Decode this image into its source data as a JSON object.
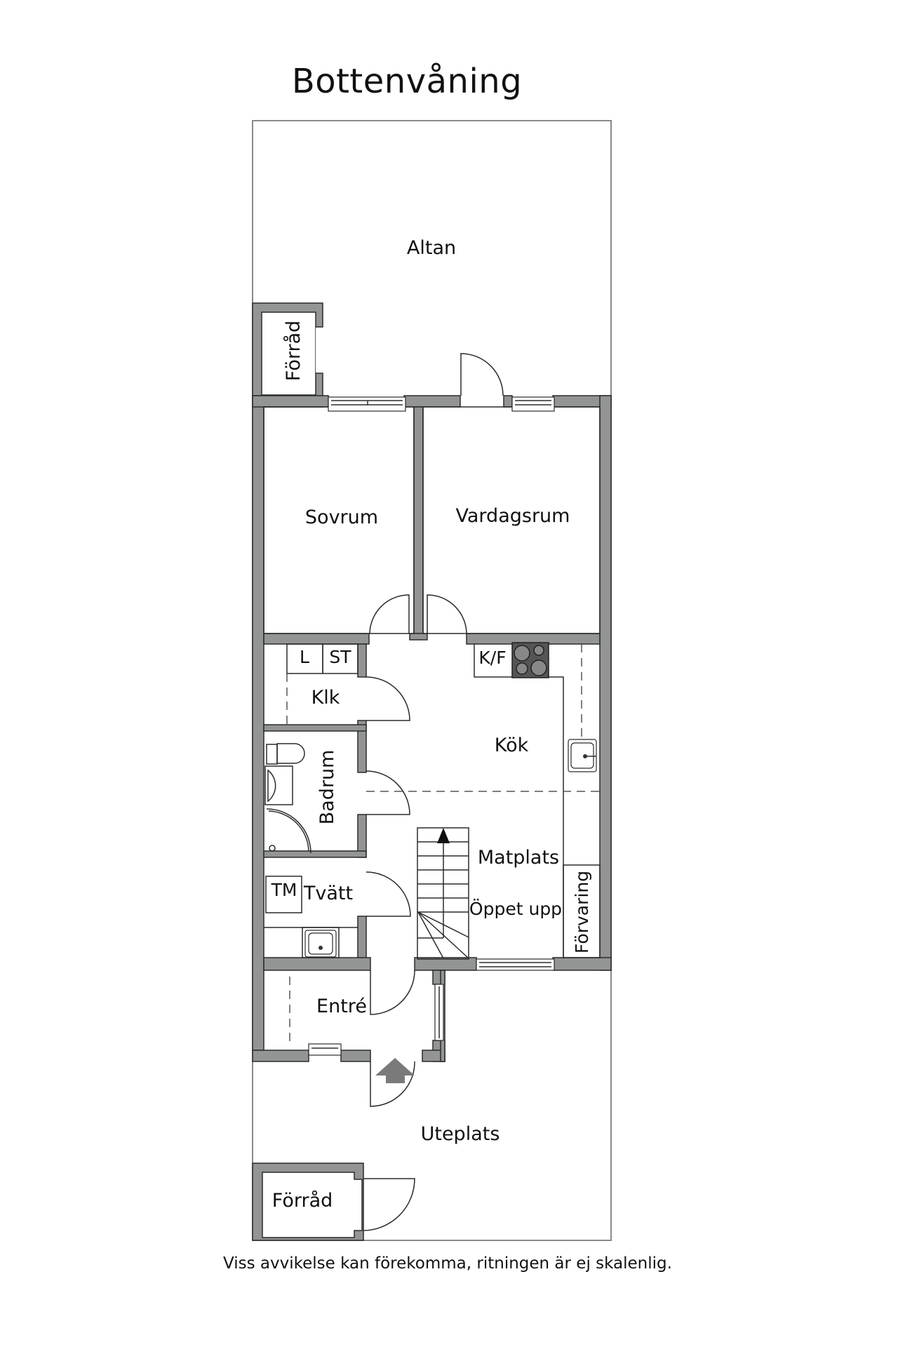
{
  "plan": {
    "title": "Bottenvåning",
    "disclaimer": "Viss avvikelse kan förekomma, ritningen är ej skalenlig.",
    "colors": {
      "wall": "#939595",
      "outline": "#2b2b2b",
      "background": "#ffffff",
      "stove": "#555555"
    },
    "rooms": {
      "altan": "Altan",
      "forrad_top": "Förråd",
      "sovrum": "Sovrum",
      "vardagsrum": "Vardagsrum",
      "klk": "Klk",
      "l": "L",
      "st": "ST",
      "kf": "K/F",
      "kok": "Kök",
      "badrum": "Badrum",
      "tm": "TM",
      "tvatt": "Tvätt",
      "matplats": "Matplats",
      "oppet_upp": "Öppet upp",
      "forvaring": "Förvaring",
      "entre": "Entré",
      "uteplats": "Uteplats",
      "forrad_bottom": "Förråd"
    },
    "icons": [
      "entrance-arrow-icon",
      "stair-arrow-icon",
      "stove-icon",
      "sink-icon",
      "toilet-icon",
      "washbasin-icon",
      "shower-icon",
      "window-icon",
      "door-swing-icon"
    ]
  }
}
